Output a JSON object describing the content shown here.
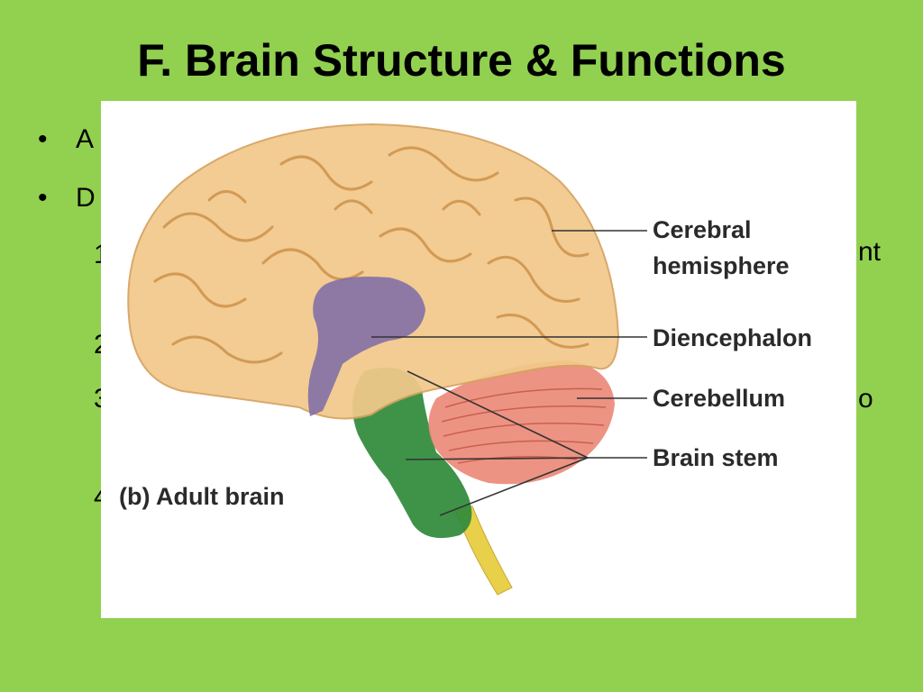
{
  "slide": {
    "title": "F. Brain Structure & Functions",
    "background_color": "#92d050"
  },
  "bullets": {
    "bullet_char": "•",
    "fragments": [
      {
        "id": "a",
        "text": "A"
      },
      {
        "id": "d",
        "text": "D"
      },
      {
        "id": "n1",
        "text": "1"
      },
      {
        "id": "n2",
        "text": "2"
      },
      {
        "id": "n3",
        "text": "3"
      },
      {
        "id": "n4",
        "text": "4"
      },
      {
        "id": "nt",
        "text": "nt"
      },
      {
        "id": "o",
        "text": "o"
      }
    ]
  },
  "diagram": {
    "caption": "(b) Adult brain",
    "labels": {
      "cerebral_line1": "Cerebral",
      "cerebral_line2": "hemisphere",
      "diencephalon": "Diencephalon",
      "cerebellum": "Cerebellum",
      "brain_stem": "Brain stem"
    },
    "colors": {
      "cerebrum": "#f2c98a",
      "diencephalon": "#7d6aa8",
      "cerebellum": "#ec8a78",
      "brain_stem": "#2f8a3a",
      "spinal_cord": "#e8d04a"
    }
  }
}
